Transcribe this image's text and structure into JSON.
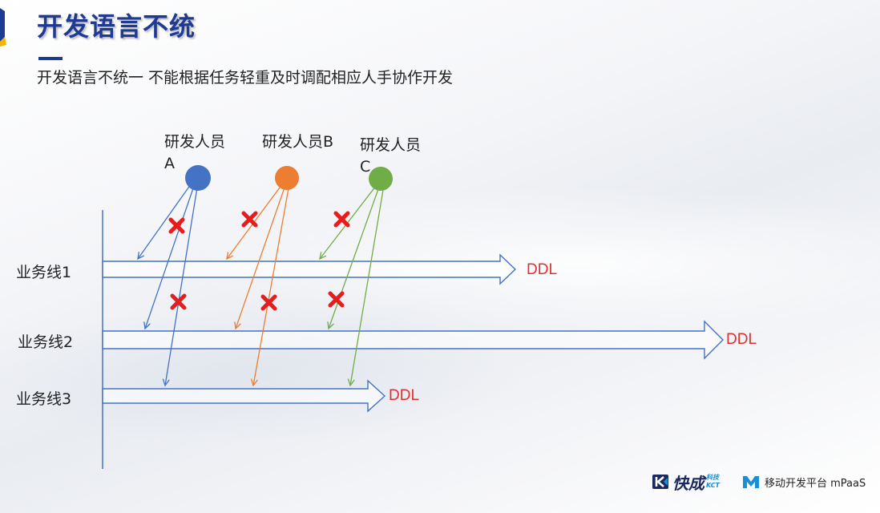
{
  "title": "开发语言不统",
  "subtitle": "开发语言不统一 不能根据任务轻重及时调配相应人手协作开发",
  "persons": [
    {
      "label_line1": "研发人员",
      "label_line2": "A",
      "color": "#4472c4"
    },
    {
      "label_line1": "研发人员B",
      "label_line2": "",
      "color": "#ed7d31"
    },
    {
      "label_line1": "研发人员",
      "label_line2": "C",
      "color": "#70ad47"
    }
  ],
  "business_lines": [
    {
      "label": "业务线1",
      "deadline": "DDL"
    },
    {
      "label": "业务线2",
      "deadline": "DDL"
    },
    {
      "label": "业务线3",
      "deadline": "DDL"
    }
  ],
  "colors": {
    "title": "#1f3a93",
    "arrow_outline": "#4472c4",
    "ddl": "#e03030",
    "cross": "#e81c1c"
  },
  "footer": {
    "brand1": "快成",
    "brand1_sub_top": "科技",
    "brand1_sub_bottom": "KCT",
    "brand2": "移动开发平台 mPaaS"
  }
}
